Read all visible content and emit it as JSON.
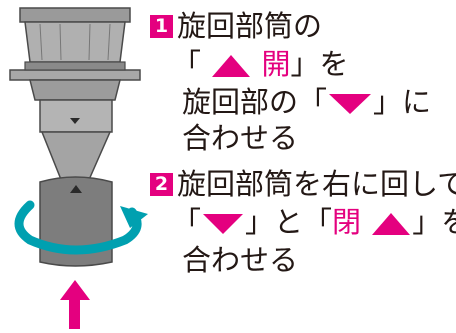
{
  "colors": {
    "accent": "#e4007f",
    "text": "#231815",
    "device_gray": "#8c8c8c",
    "arrow_teal": "#00a0b0"
  },
  "icons": {
    "open_mark": "triangle-up-icon",
    "align_mark": "triangle-down-icon",
    "rotation": "curved-rotate-arrow-icon",
    "push": "arrow-up-icon"
  },
  "steps": [
    {
      "number": "1",
      "line1": "旋回部筒の",
      "line2_pre": "「",
      "line2_label": "開",
      "line2_post": "」を",
      "line3_pre": "旋回部の「",
      "line3_post": "」に",
      "line4": "合わせる"
    },
    {
      "number": "2",
      "line1": "旋回部筒を右に回して",
      "line2_pre": "「",
      "line2_mid": "」と「",
      "line2_label": "閉",
      "line2_post": "」を",
      "line3": "合わせる"
    }
  ]
}
